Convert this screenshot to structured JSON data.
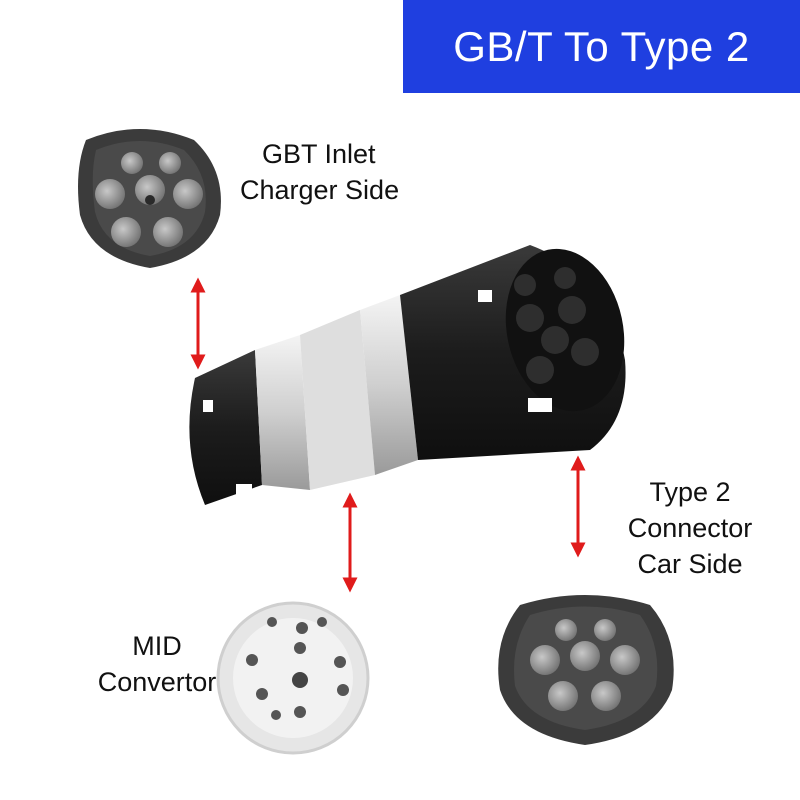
{
  "title": "GB/T To Type 2",
  "labels": {
    "gbt_line1": "GBT Inlet",
    "gbt_line2": "Charger Side",
    "type2_line1": "Type 2",
    "type2_line2": "Connector",
    "type2_line3": "Car Side",
    "mid_line1": "MID",
    "mid_line2": "Convertor"
  },
  "colors": {
    "banner": "#1f3fe0",
    "arrow": "#e01b1b",
    "connector_body": "#2b2b2b",
    "ring": "#d9d9d9"
  }
}
